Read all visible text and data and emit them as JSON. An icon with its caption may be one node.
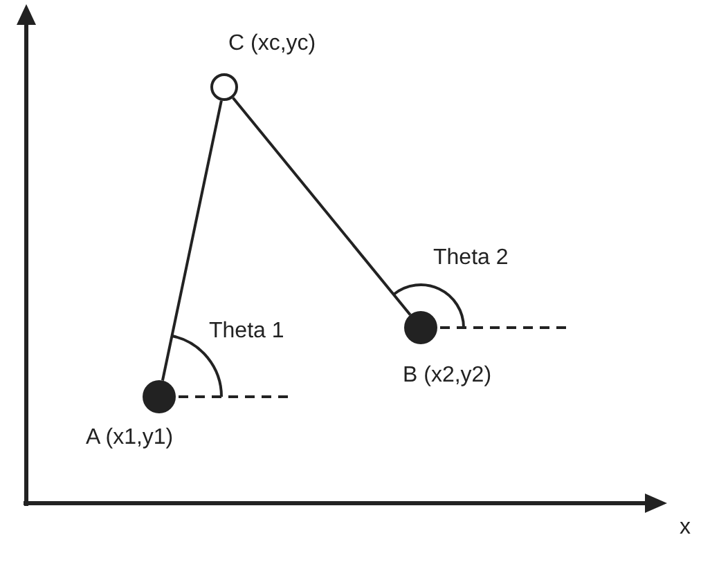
{
  "diagram": {
    "nodes": [
      {
        "text": [],
        "shape": "circle",
        "beside": [
          "C (xc,yc)"
        ]
      },
      {
        "text": [],
        "shape": "dot",
        "beside": [
          "A (x1,y1)"
        ]
      },
      {
        "text": [],
        "shape": "dot",
        "beside": [
          "B (x2,y2)"
        ]
      }
    ],
    "edges": [
      {
        "from": 1,
        "to": 0,
        "arrow": "none"
      },
      {
        "from": 0,
        "to": 2,
        "arrow": "none"
      }
    ],
    "labels": [
      "Theta 2",
      "Theta 1",
      "x"
    ]
  }
}
